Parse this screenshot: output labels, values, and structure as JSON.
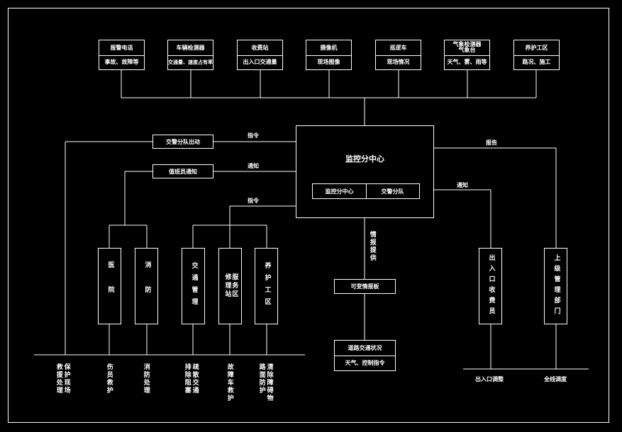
{
  "top_sources": [
    {
      "title": "报警电话",
      "sub": "事故、故障等"
    },
    {
      "title": "车辆检测器",
      "sub": "交通量、速度占有率"
    },
    {
      "title": "收费站",
      "sub": "出入口交通量"
    },
    {
      "title": "摄像机",
      "sub": "现场图像"
    },
    {
      "title": "巡逻车",
      "sub": "现场情况"
    },
    {
      "title": "气象检测器\n气象台",
      "sub": "天气、雾、雨等"
    },
    {
      "title": "养护工区",
      "sub": "路况、施工"
    }
  ],
  "center": {
    "title": "监控分中心",
    "left_cell": "监控分中心",
    "right_cell": "交警分队"
  },
  "left_relays": {
    "police_dispatch": "交警分队出动",
    "duty_notify": "值班员通知"
  },
  "flow_labels": {
    "command_1": "指令",
    "notify_1": "通知",
    "command_2": "指令",
    "report": "报告",
    "notify_2": "通知",
    "info": "情报提供"
  },
  "units": [
    "医院",
    "消防",
    "交通管理",
    "服务区\n修理站",
    "养护工区"
  ],
  "right_units": [
    "出入口收费员",
    "上级管理部门"
  ],
  "vms": "可变情报板",
  "road_info": {
    "title": "道路交通状况",
    "sub": "天气、控制指令"
  },
  "bottom_actions": [
    "保护现场\n救援处理",
    "伤员救护",
    "消防处理",
    "疏散交通\n排除阻塞",
    "故障车救护",
    "清除障碍物\n路面防护"
  ],
  "right_actions": [
    "出入口调整",
    "全线调度"
  ]
}
